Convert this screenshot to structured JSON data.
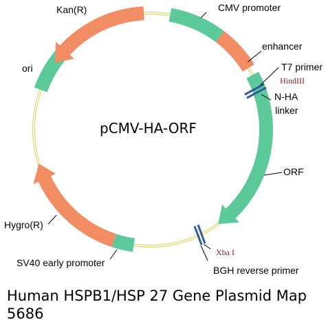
{
  "plasmid_name": "pCMV-HA-ORF",
  "caption": {
    "line1": "Human HSPB1/HSP 27 Gene Plasmid Map",
    "line2": "5686"
  },
  "colors": {
    "backbone": "#f3f0b0",
    "green_feature": "#5cc99a",
    "orange_feature": "#f28c62",
    "marker": "#2f5c9e",
    "site_label": "#8b1a1a"
  },
  "labels": {
    "cmv_promoter": "CMV promoter",
    "enhancer": "enhancer",
    "t7_primer": "T7 primer",
    "hindiii": "HindIII",
    "n_ha": "N-HA",
    "linker": "linker",
    "orf": "ORF",
    "xba_i": "Xba I",
    "bgh_reverse_primer": "BGH reverse primer",
    "sv40_early_promoter": "SV40 early promoter",
    "hygro_r": "Hygro(R)",
    "ori": "ori",
    "kan_r": "Kan(R)"
  }
}
